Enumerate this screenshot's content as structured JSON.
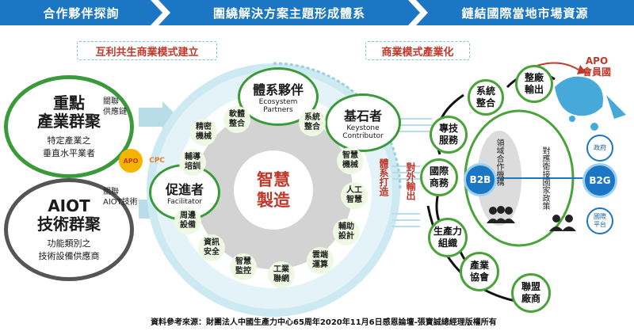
{
  "header": {
    "steps": [
      "合作夥伴探詢",
      "圍繞解決方案主題形成體系",
      "鏈結國際當地市場資源"
    ]
  },
  "labels": {
    "mutual_benefit": "互利共生商業模式建立",
    "industrialization": "商業模式產業化"
  },
  "left_clusters": {
    "key": {
      "title_1": "重點",
      "title_2": "產業群聚",
      "desc_1": "特定產業之",
      "desc_2": "垂直水平業者",
      "link_1": "關聯",
      "link_2": "供應鏈"
    },
    "aiot": {
      "title_1": "AIOT",
      "title_2": "技術群聚",
      "desc_1": "功能類別之",
      "desc_2": "技術設備供應商",
      "link_1": "關聯",
      "link_2": "AIOT技術"
    }
  },
  "logos": {
    "apo": "APO",
    "cpc": "CPC"
  },
  "hub": {
    "center_1": "智慧",
    "center_2": "製造",
    "ecosystem_zh": "體系夥伴",
    "ecosystem_en_1": "Ecosystem",
    "ecosystem_en_2": "Partners",
    "keystone_zh": "基石者",
    "keystone_en_1": "Keystone",
    "keystone_en_2": "Contributor",
    "facilitator_zh": "促進者",
    "facilitator_en": "Facilitator",
    "ring_items": [
      {
        "l1": "軟體",
        "l2": "整合"
      },
      {
        "l1": "系統",
        "l2": "整合"
      },
      {
        "l1": "智慧",
        "l2": "機械"
      },
      {
        "l1": "人工",
        "l2": "智慧"
      },
      {
        "l1": "輔助",
        "l2": "設計"
      },
      {
        "l1": "雲端",
        "l2": "運算"
      },
      {
        "l1": "工業",
        "l2": "聯網"
      },
      {
        "l1": "智慧",
        "l2": "監控"
      },
      {
        "l1": "資訊",
        "l2": "安全"
      },
      {
        "l1": "周邊",
        "l2": "設備"
      },
      {
        "l1": "輔導",
        "l2": "培訓"
      },
      {
        "l1": "精密",
        "l2": "機械"
      }
    ],
    "ring_side_red": "體系打造"
  },
  "export_label": "對外輸出",
  "network": {
    "nodes": [
      {
        "l1": "系統",
        "l2": "整合"
      },
      {
        "l1": "整廠",
        "l2": "輸出"
      },
      {
        "l1": "專技",
        "l2": "服務"
      },
      {
        "l1": "國際",
        "l2": "商務"
      },
      {
        "l1": "生產力",
        "l2": "組織"
      },
      {
        "l1": "產業",
        "l2": "協會"
      },
      {
        "l1": "聯盟",
        "l2": "廠商"
      }
    ],
    "b2b": "B2B",
    "b2g": "B2G",
    "cross_domain": "領域合作機構",
    "national_policy": "對應衛接國家政策",
    "gov": "政府",
    "intl_platform_1": "國際",
    "intl_platform_2": "平台",
    "apo_member_1": "APO",
    "apo_member_2": "會員國"
  },
  "source_note": "資料參考來源：財團法人中國生產力中心65周年2020年11月6日感恩論壇-張寶誠總經理版權所有",
  "colors": {
    "header_blue": "#1b76c4",
    "green": "#4aa33a",
    "teal": "#7ec3d6",
    "red": "#c0392b"
  }
}
